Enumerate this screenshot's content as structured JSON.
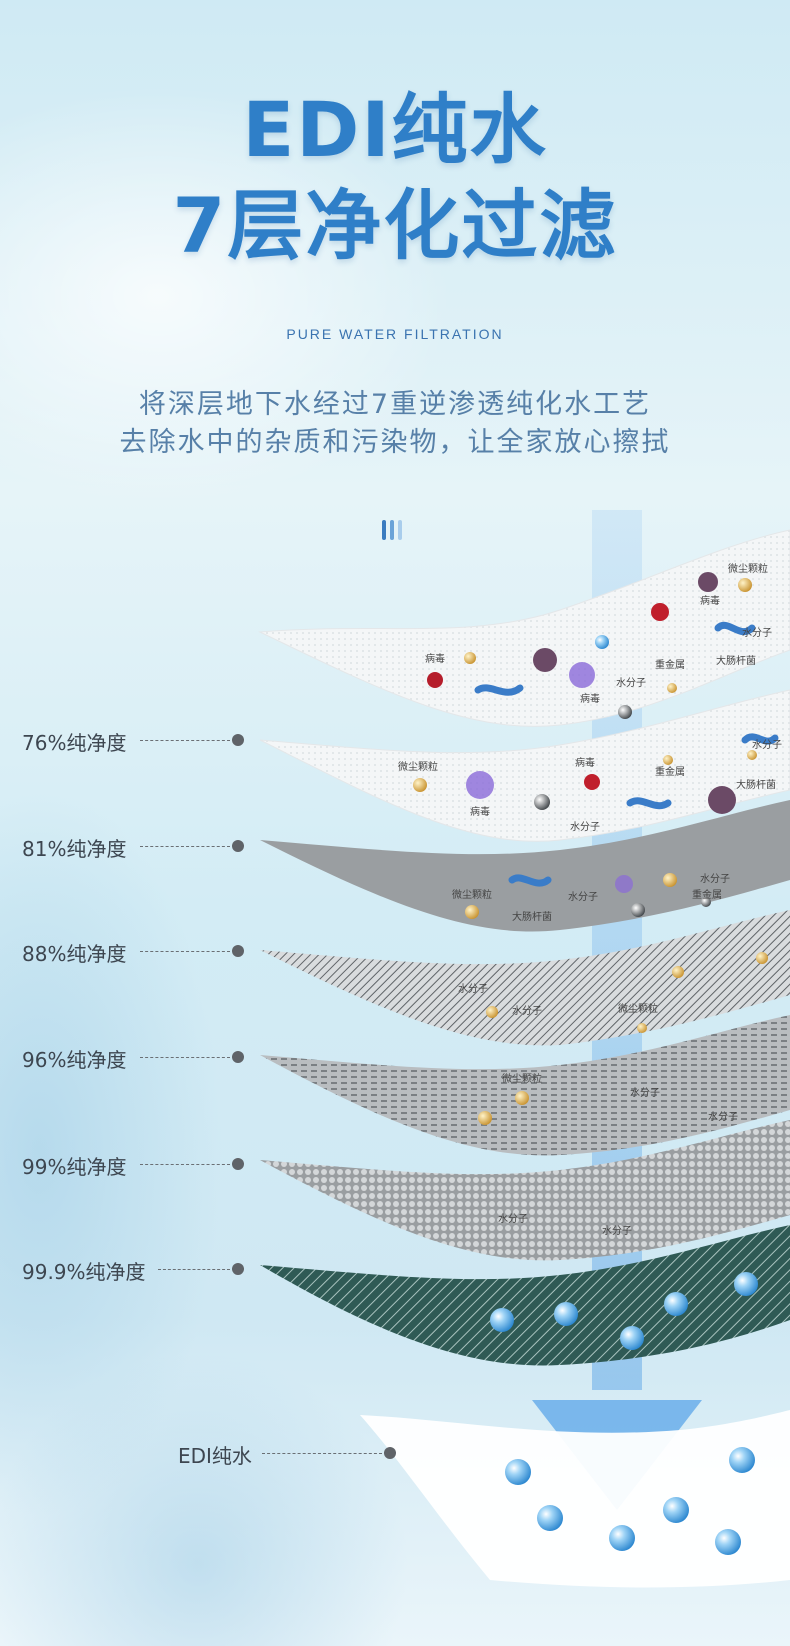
{
  "header": {
    "title_line1": "EDI纯水",
    "title_line2": "7层净化过滤",
    "subtitle_en": "PURE WATER FILTRATION",
    "desc_line1": "将深层地下水经过7重逆渗透纯化水工艺",
    "desc_line2": "去除水中的杂质和污染物，让全家放心擦拭"
  },
  "layers": [
    {
      "label": "76%纯净度",
      "purity_percent": 76
    },
    {
      "label": "81%纯净度",
      "purity_percent": 81
    },
    {
      "label": "88%纯净度",
      "purity_percent": 88
    },
    {
      "label": "96%纯净度",
      "purity_percent": 96
    },
    {
      "label": "99%纯净度",
      "purity_percent": 99
    },
    {
      "label": "99.9%纯净度",
      "purity_percent": 99.9
    }
  ],
  "output": {
    "label": "EDI纯水"
  },
  "particle_labels": {
    "dust": "微尘颗粒",
    "virus": "病毒",
    "water": "水分子",
    "metal": "重金属",
    "ecoli": "大肠杆菌"
  },
  "colors": {
    "title": "#2f7fc8",
    "arrow": "#6aaeea",
    "layer_dark": "#2f5a55",
    "leader_dot": "#5f6368"
  }
}
